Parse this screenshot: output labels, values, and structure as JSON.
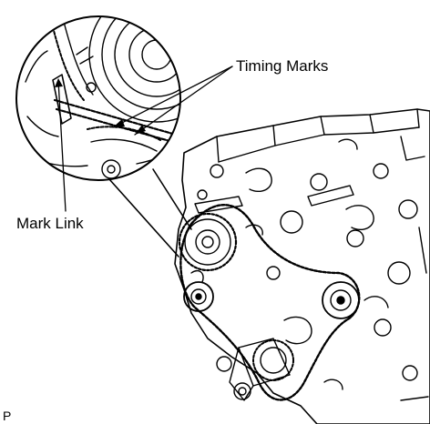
{
  "labels": {
    "timing_marks": "Timing Marks",
    "mark_link": "Mark Link",
    "figure_ref": "P"
  }
}
